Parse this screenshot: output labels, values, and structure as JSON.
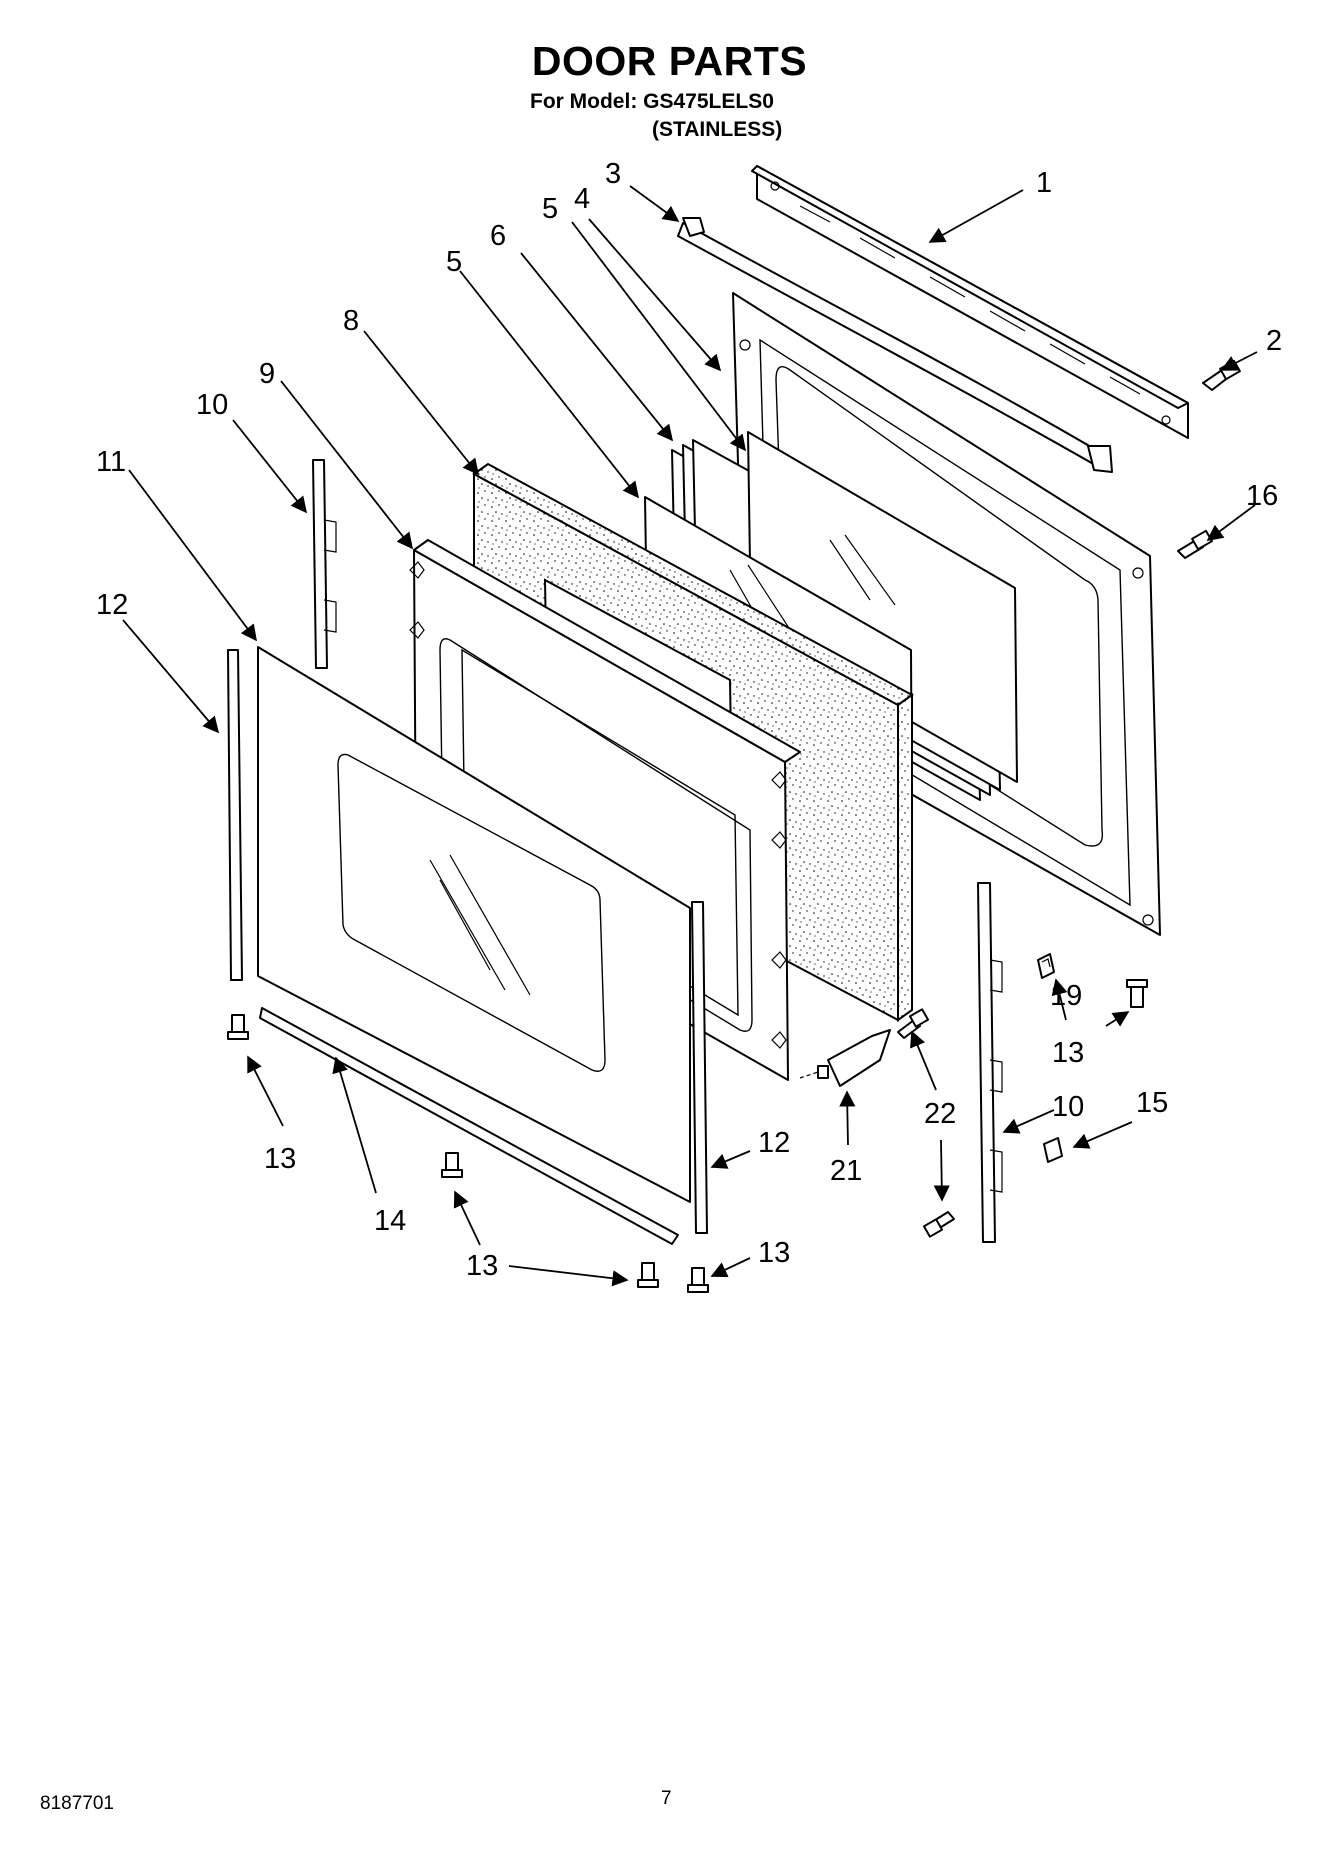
{
  "header": {
    "title": "DOOR PARTS",
    "model_line": "For Model: GS475LELS0",
    "finish_line": "(STAINLESS)"
  },
  "callouts": [
    {
      "id": "c1",
      "label": "1"
    },
    {
      "id": "c2",
      "label": "2"
    },
    {
      "id": "c3",
      "label": "3"
    },
    {
      "id": "c4",
      "label": "4"
    },
    {
      "id": "c5a",
      "label": "5"
    },
    {
      "id": "c5b",
      "label": "5"
    },
    {
      "id": "c6",
      "label": "6"
    },
    {
      "id": "c8",
      "label": "8"
    },
    {
      "id": "c9",
      "label": "9"
    },
    {
      "id": "c10a",
      "label": "10"
    },
    {
      "id": "c10b",
      "label": "10"
    },
    {
      "id": "c11",
      "label": "11"
    },
    {
      "id": "c12a",
      "label": "12"
    },
    {
      "id": "c12b",
      "label": "12"
    },
    {
      "id": "c13a",
      "label": "13"
    },
    {
      "id": "c13b",
      "label": "13"
    },
    {
      "id": "c13c",
      "label": "13"
    },
    {
      "id": "c13d",
      "label": "13"
    },
    {
      "id": "c14",
      "label": "14"
    },
    {
      "id": "c15",
      "label": "15"
    },
    {
      "id": "c16",
      "label": "16"
    },
    {
      "id": "c19",
      "label": "19"
    },
    {
      "id": "c21",
      "label": "21"
    },
    {
      "id": "c22",
      "label": "22"
    }
  ],
  "footer": {
    "doc_number": "8187701",
    "page_number": "7"
  }
}
